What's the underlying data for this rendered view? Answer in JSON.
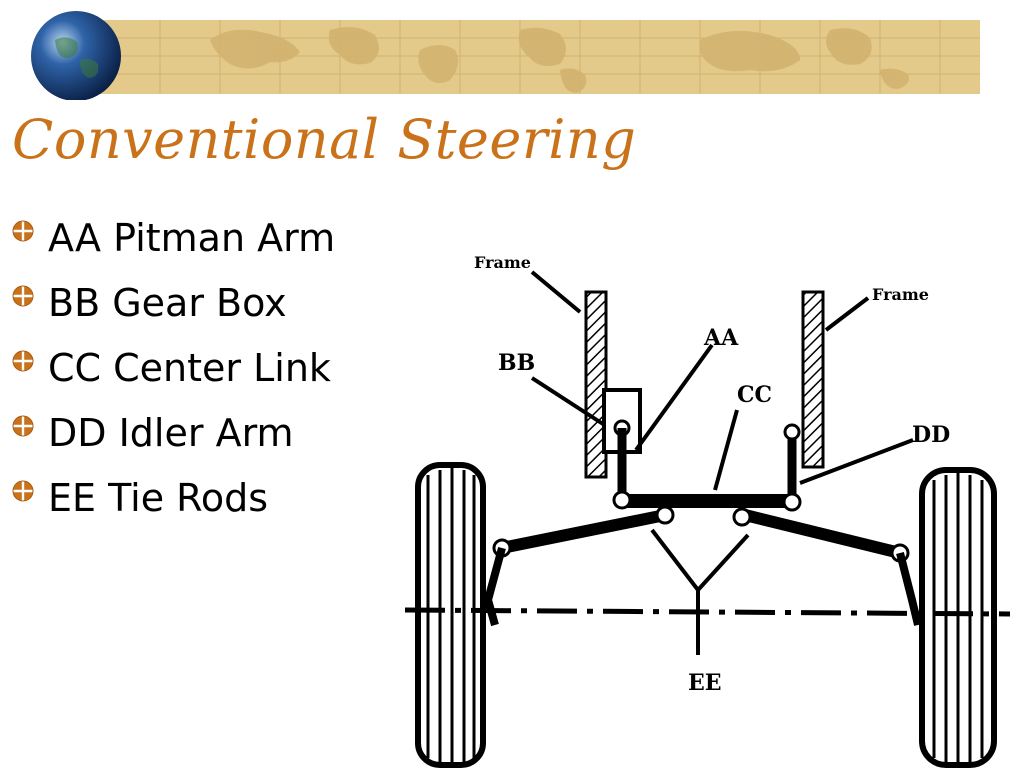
{
  "slide": {
    "title": "Conventional Steering",
    "bullets": [
      "AA Pitman Arm",
      "BB Gear Box",
      "CC Center Link",
      "DD Idler Arm",
      "EE Tie Rods"
    ]
  },
  "diagram": {
    "labels": {
      "frame_left": "Frame",
      "frame_right": "Frame",
      "aa": "AA",
      "bb": "BB",
      "cc": "CC",
      "dd": "DD",
      "ee": "EE"
    }
  },
  "colors": {
    "title": "#c9721a",
    "banner_bg": "#e3c98a",
    "bullet": "#c9721a"
  },
  "icons": {
    "logo": "globe-icon",
    "bullet": "bullet-globe-icon"
  }
}
